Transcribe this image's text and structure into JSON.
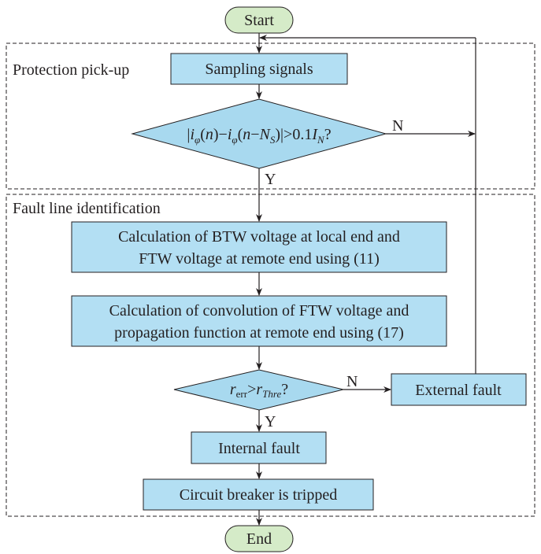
{
  "colors": {
    "process_fill": "#b3dff3",
    "decision_fill": "#a8d9ef",
    "terminal_fill": "#d5ebc8",
    "stroke": "#231f20"
  },
  "nodes": {
    "start": "Start",
    "end": "End",
    "sampling": "Sampling signals",
    "decision1": {
      "p1": "|",
      "i1": "i",
      "s1": "φ",
      "p2": "(",
      "n1": "n",
      "p3": ")−",
      "i2": "i",
      "s2": "φ",
      "p4": "(",
      "n2": "n",
      "p5": "−",
      "N": "N",
      "S": "S",
      "p6": ")|>0.1",
      "I": "I",
      "sN": "N",
      "q": "?"
    },
    "calc_btw": [
      "Calculation of BTW voltage at local end and",
      "FTW voltage at remote end using (11)"
    ],
    "calc_conv": [
      "Calculation of convolution of FTW voltage and",
      "propagation function at remote end using (17)"
    ],
    "decision2": {
      "r1": "r",
      "s1": "err",
      "gt": ">",
      "r2": "r",
      "s2": "Thre",
      "q": "?"
    },
    "external_fault": "External fault",
    "internal_fault": "Internal fault",
    "breaker": "Circuit breaker is tripped"
  },
  "groups": {
    "pickup": "Protection pick-up",
    "identification": "Fault line identification"
  },
  "edge_labels": {
    "n1": "N",
    "y1": "Y",
    "n2": "N",
    "y2": "Y"
  }
}
